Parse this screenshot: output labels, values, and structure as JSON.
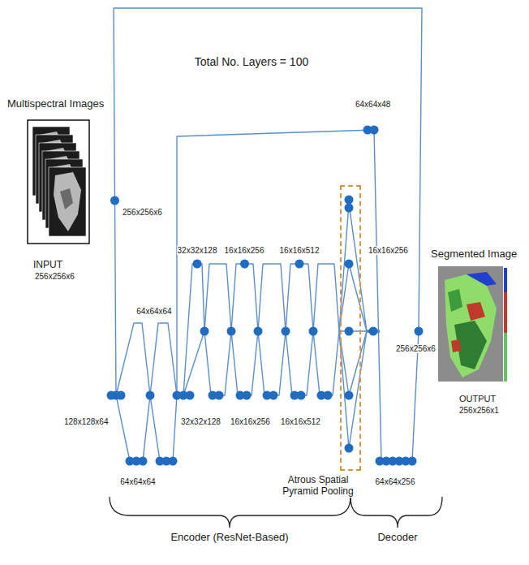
{
  "diagram": {
    "nodes": [
      {
        "text": [
          "Atrous Spatial Pyramid Pooling"
        ]
      }
    ],
    "labels": [
      "Total No. Layers = 100",
      "Multispectral Images",
      "64x64x48",
      "256x256x6",
      "32x32x128",
      "16x16x256",
      "16x16x512",
      "16x16x256",
      "Segmented Image",
      "INPUT",
      "256x256x6",
      "64x64x64",
      "256x256x6",
      "OUTPUT",
      "256x256x1",
      "128x128x64",
      "32x32x128",
      "16x16x256",
      "16x16x512",
      "64x64x64",
      "64x64x256",
      "Encoder (ResNet-Based)",
      "Decoder"
    ]
  }
}
